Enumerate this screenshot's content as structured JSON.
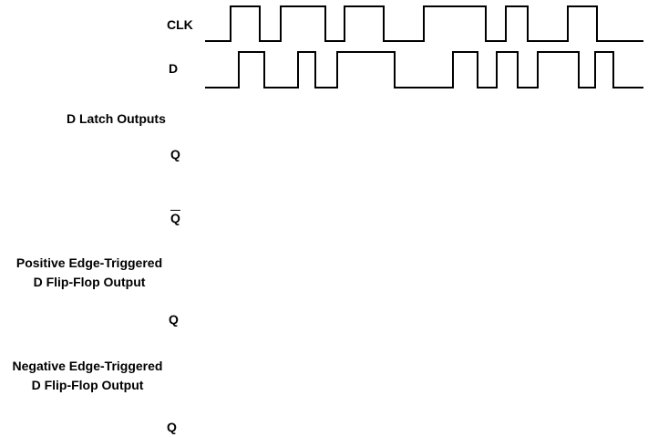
{
  "signals": {
    "clk": {
      "label": "CLK",
      "transitions": [
        253,
        285,
        308,
        357,
        378,
        421,
        465,
        533,
        555,
        579,
        623,
        655
      ],
      "initial": 0
    },
    "d": {
      "label": "D",
      "transitions": [
        262,
        290,
        327,
        346,
        370,
        433,
        497,
        524,
        545,
        568,
        590,
        635,
        653,
        673
      ],
      "initial": 0
    }
  },
  "labels": {
    "latch_heading": "D Latch Outputs",
    "latch_q": "Q",
    "latch_qbar": "Q",
    "pos_line1": "Positive Edge-Triggered",
    "pos_line2": "D Flip-Flop Output",
    "pos_q": "Q",
    "neg_line1": "Negative Edge-Triggered",
    "neg_line2": "D Flip-Flop Output",
    "neg_q": "Q"
  },
  "colors": {
    "line": "#000000",
    "background": "#ffffff"
  }
}
